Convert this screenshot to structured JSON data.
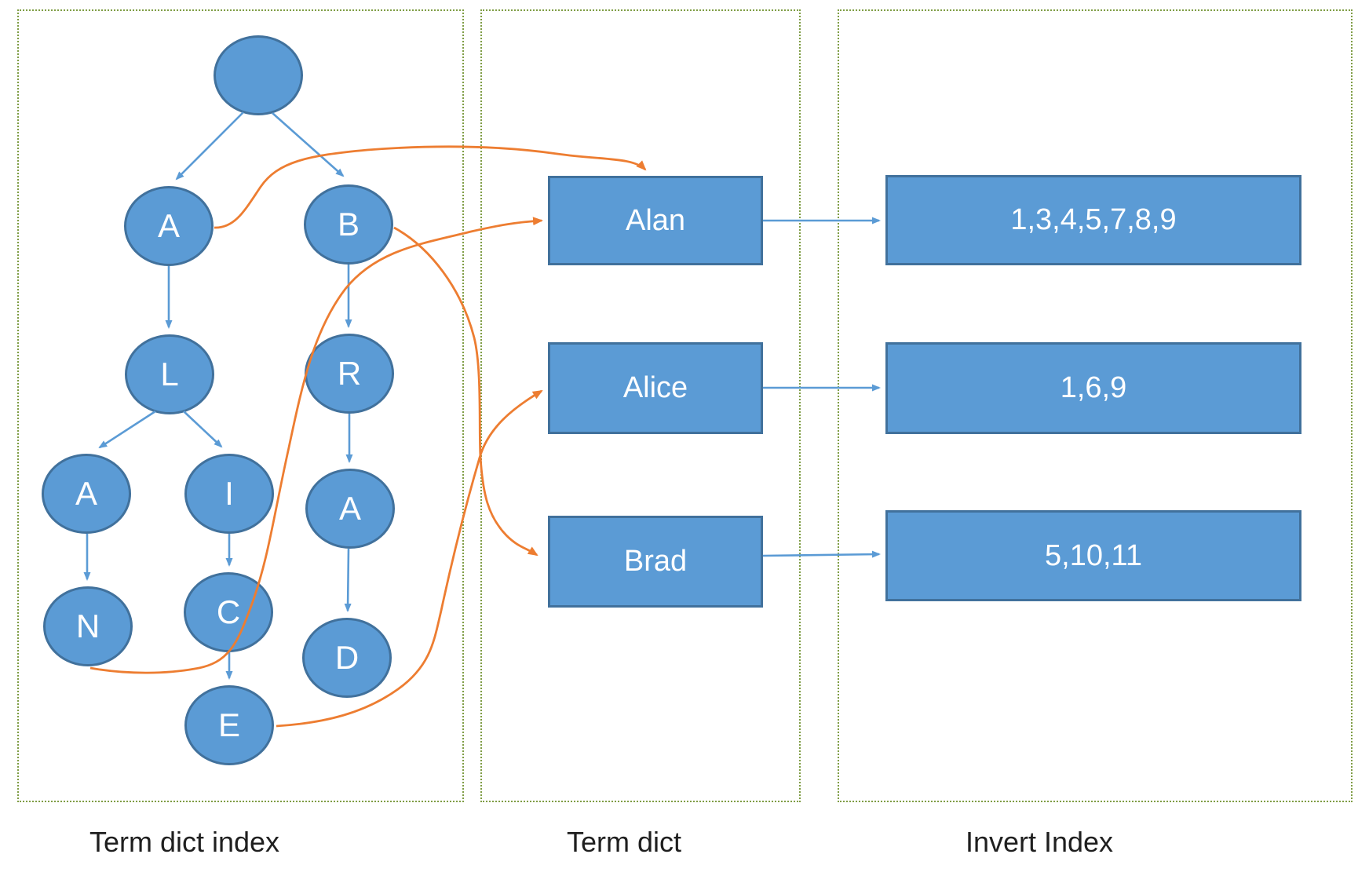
{
  "panels": {
    "term_dict_index": {
      "label": "Term dict index"
    },
    "term_dict": {
      "label": "Term dict"
    },
    "invert_index": {
      "label": "Invert Index"
    }
  },
  "trie": {
    "nodes": [
      {
        "id": "root",
        "label": ""
      },
      {
        "id": "a",
        "label": "A"
      },
      {
        "id": "b",
        "label": "B"
      },
      {
        "id": "l",
        "label": "L"
      },
      {
        "id": "r",
        "label": "R"
      },
      {
        "id": "a2",
        "label": "A"
      },
      {
        "id": "i",
        "label": "I"
      },
      {
        "id": "a3",
        "label": "A"
      },
      {
        "id": "n",
        "label": "N"
      },
      {
        "id": "c",
        "label": "C"
      },
      {
        "id": "d",
        "label": "D"
      },
      {
        "id": "e",
        "label": "E"
      }
    ],
    "edges": [
      "root-a",
      "root-b",
      "a-l",
      "b-r",
      "l-a2",
      "l-i",
      "a2-n",
      "i-c",
      "c-e",
      "r-a3",
      "a3-d"
    ]
  },
  "term_dict": {
    "terms": [
      {
        "label": "Alan"
      },
      {
        "label": "Alice"
      },
      {
        "label": "Brad"
      }
    ]
  },
  "invert_index": {
    "postings": [
      {
        "label": "1,3,4,5,7,8,9"
      },
      {
        "label": "1,6,9"
      },
      {
        "label": "5,10,11"
      }
    ]
  },
  "links": {
    "orange": [
      "a-to-alan",
      "n-to-alan",
      "e-to-alice",
      "b-to-brad"
    ],
    "blue": [
      "alan-to-postings1",
      "alice-to-postings2",
      "brad-to-postings3"
    ]
  },
  "colors": {
    "node_fill": "#5b9bd5",
    "node_border": "#41719c",
    "connector_blue": "#5b9bd5",
    "connector_orange": "#ed7d31",
    "panel_border": "#7f9d45",
    "caption_text": "#1f1f1f",
    "shape_text": "#ffffff"
  }
}
